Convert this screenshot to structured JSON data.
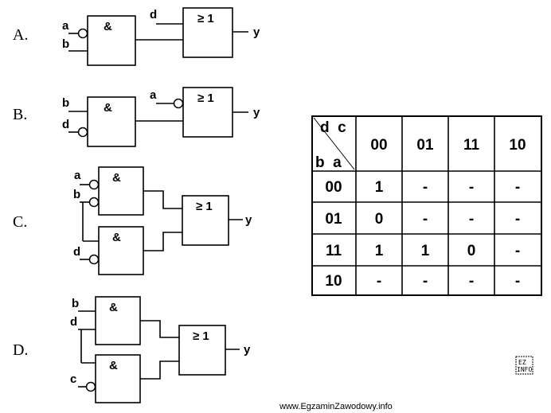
{
  "options": [
    {
      "label": "A.",
      "gate1": {
        "symbol": "&",
        "inputs": [
          {
            "name": "a",
            "negated": true
          },
          {
            "name": "b",
            "negated": false
          }
        ]
      },
      "gate2": {
        "symbol": "≥ 1",
        "extra_input": {
          "name": "d",
          "negated": false
        }
      },
      "output": "y"
    },
    {
      "label": "B.",
      "gate1": {
        "symbol": "&",
        "inputs": [
          {
            "name": "b",
            "negated": false
          },
          {
            "name": "d",
            "negated": true
          }
        ]
      },
      "gate2": {
        "symbol": "≥ 1",
        "extra_input": {
          "name": "a",
          "negated": true
        }
      },
      "output": "y"
    },
    {
      "label": "C.",
      "gate_top": {
        "symbol": "&",
        "inputs": [
          {
            "name": "a",
            "negated": true
          },
          {
            "name": "b",
            "negated": true
          }
        ]
      },
      "gate_bottom": {
        "symbol": "&",
        "inputs": [
          {
            "name": "d",
            "negated": true
          }
        ]
      },
      "gate_or": {
        "symbol": "≥ 1"
      },
      "output": "y"
    },
    {
      "label": "D.",
      "gate_top": {
        "symbol": "&",
        "inputs": [
          {
            "name": "b",
            "negated": false
          },
          {
            "name": "d",
            "negated": false
          }
        ]
      },
      "gate_bottom": {
        "symbol": "&",
        "inputs": [
          {
            "name": "c",
            "negated": true
          }
        ]
      },
      "gate_or": {
        "symbol": "≥ 1"
      },
      "output": "y"
    }
  ],
  "kmap": {
    "corner_top": "d  c",
    "corner_bottom": "b  a",
    "col_headers": [
      "00",
      "01",
      "11",
      "10"
    ],
    "row_headers": [
      "00",
      "01",
      "11",
      "10"
    ],
    "cells": [
      [
        "1",
        "-",
        "-",
        "-"
      ],
      [
        "0",
        "-",
        "-",
        "-"
      ],
      [
        "1",
        "1",
        "0",
        "-"
      ],
      [
        "-",
        "-",
        "-",
        "-"
      ]
    ]
  },
  "watermark": "www.EgzaminZawodowy.info",
  "logo": {
    "line1": "EZ",
    "line2": "INFO"
  }
}
